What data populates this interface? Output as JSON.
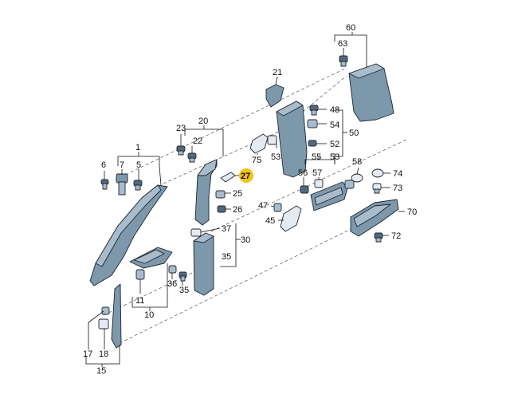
{
  "labels": {
    "l1": "1",
    "l5": "5",
    "l6": "6",
    "l7": "7",
    "l10": "10",
    "l11": "11",
    "l15": "15",
    "l17": "17",
    "l18": "18",
    "l20": "20",
    "l21": "21",
    "l22": "22",
    "l23": "23",
    "l25": "25",
    "l26": "26",
    "l27": "27",
    "l30": "30",
    "l35a": "35",
    "l35b": "35",
    "l36": "36",
    "l37": "37",
    "l45": "45",
    "l47": "47",
    "l48": "48",
    "l50": "50",
    "l52": "52",
    "l53a": "53",
    "l53b": "53",
    "l54": "54",
    "l55": "55",
    "l56": "56",
    "l57": "57",
    "l58": "58",
    "l60": "60",
    "l63": "63",
    "l70": "70",
    "l72": "72",
    "l73": "73",
    "l74": "74",
    "l75": "75"
  },
  "colors": {
    "highlight": "#f0c419",
    "part_fill": "#7d97ab",
    "outline": "#1c2733"
  }
}
